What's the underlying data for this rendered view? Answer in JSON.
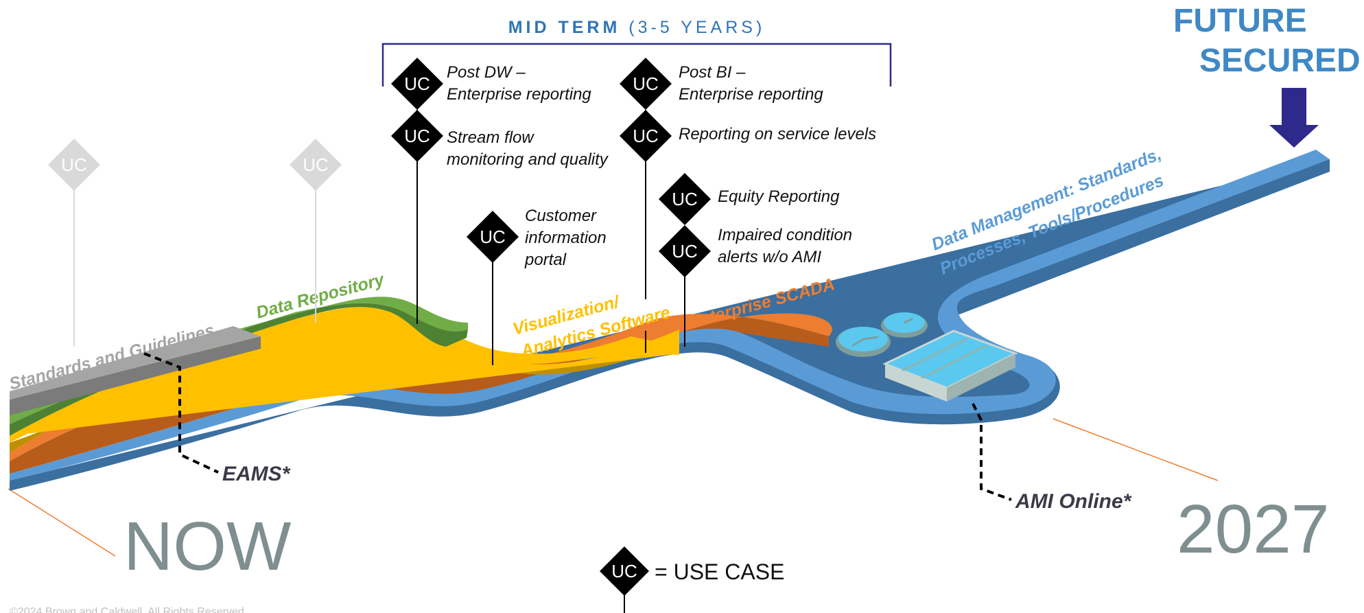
{
  "header": {
    "mid_term_bold": "MID TERM",
    "mid_term_rest": " (3-5 YEARS)",
    "future_line1": "FUTURE",
    "future_line2": "SECURED"
  },
  "timeline": {
    "start": "NOW",
    "end": "2027"
  },
  "tracks": {
    "standards": "Standards and Guidelines",
    "data_repository": "Data Repository",
    "visualization_line1": "Visualization/",
    "visualization_line2": "Analytics Software",
    "scada": "Enterprise SCADA",
    "data_mgmt_line1": "Data Management: Standards,",
    "data_mgmt_line2": "Processes, Tools/Procedures"
  },
  "markers": {
    "uc": "UC",
    "eams": "EAMS*",
    "ami": "AMI Online*"
  },
  "use_cases": {
    "post_dw_line1": "Post DW –",
    "post_dw_line2": "Enterprise reporting",
    "stream_line1": "Stream flow",
    "stream_line2": "monitoring and quality",
    "customer_line1": "Customer",
    "customer_line2": "information",
    "customer_line3": "portal",
    "post_bi_line1": "Post BI –",
    "post_bi_line2": "Enterprise reporting",
    "service_levels": "Reporting on service levels",
    "equity": "Equity Reporting",
    "impaired_line1": "Impaired condition",
    "impaired_line2": "alerts w/o AMI"
  },
  "legend": {
    "uc": "UC",
    "text": "= USE CASE"
  },
  "footer": {
    "copyright": "©2024 Brown and Caldwell. All Rights Reserved."
  },
  "colors": {
    "blue_track": "#5b9bd5",
    "orange_track": "#ed7d31",
    "yellow_track": "#ffc000",
    "green_track": "#70ad47",
    "gray_track": "#a5a5a5",
    "future_text": "#3f88c5",
    "arrow": "#2e2a8c",
    "mid_term": "#2e75b6",
    "year_text": "#7f8f8f"
  }
}
